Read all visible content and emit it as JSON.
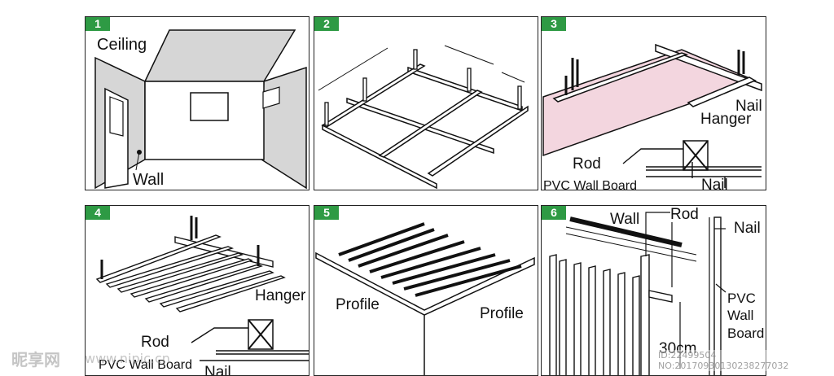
{
  "panels": [
    {
      "number": "1",
      "labels": {
        "ceiling": "Ceiling",
        "wall": "Wall"
      }
    },
    {
      "number": "2"
    },
    {
      "number": "3",
      "labels": {
        "nail": "Nail",
        "hanger": "Hanger",
        "rod": "Rod",
        "pvc": "PVC Wall Board",
        "nail2": "Nail"
      }
    },
    {
      "number": "4",
      "labels": {
        "hanger": "Hanger",
        "rod": "Rod",
        "pvc": "PVC Wall Board",
        "nail": "Nail"
      }
    },
    {
      "number": "5",
      "labels": {
        "profile_left": "Profile",
        "profile_right": "Profile"
      }
    },
    {
      "number": "6",
      "labels": {
        "wall": "Wall",
        "rod": "Rod",
        "nail": "Nail",
        "pvc": "PVC",
        "pvc2": "Wall",
        "pvc3": "Board",
        "dim": "30cm"
      }
    }
  ],
  "watermark": {
    "brand": "昵享网",
    "url": "www.nipic.cn",
    "id": "ID:22499504 NO:20170930130238277032"
  },
  "colors": {
    "badge": "#2e9a44",
    "board": "#f3d6df"
  }
}
